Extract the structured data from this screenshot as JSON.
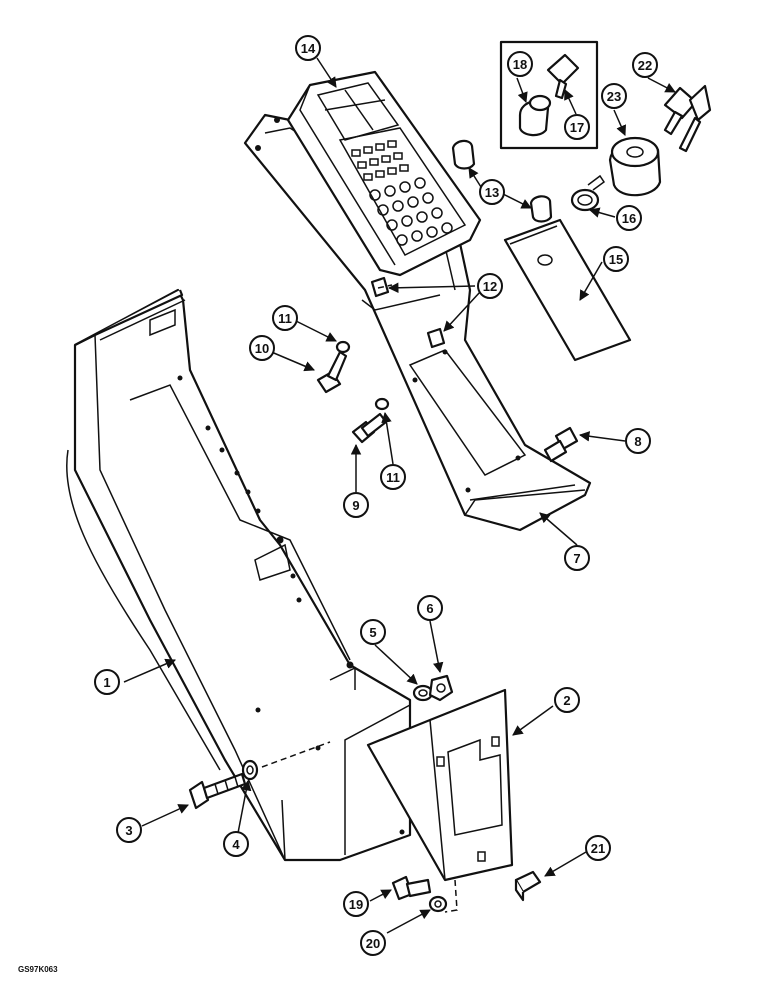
{
  "figure": {
    "reference_code": "GS97K063",
    "callouts": [
      "1",
      "2",
      "3",
      "4",
      "5",
      "6",
      "7",
      "8",
      "9",
      "10",
      "11",
      "11",
      "12",
      "13",
      "14",
      "15",
      "16",
      "17",
      "18",
      "19",
      "20",
      "21",
      "22",
      "23"
    ]
  }
}
